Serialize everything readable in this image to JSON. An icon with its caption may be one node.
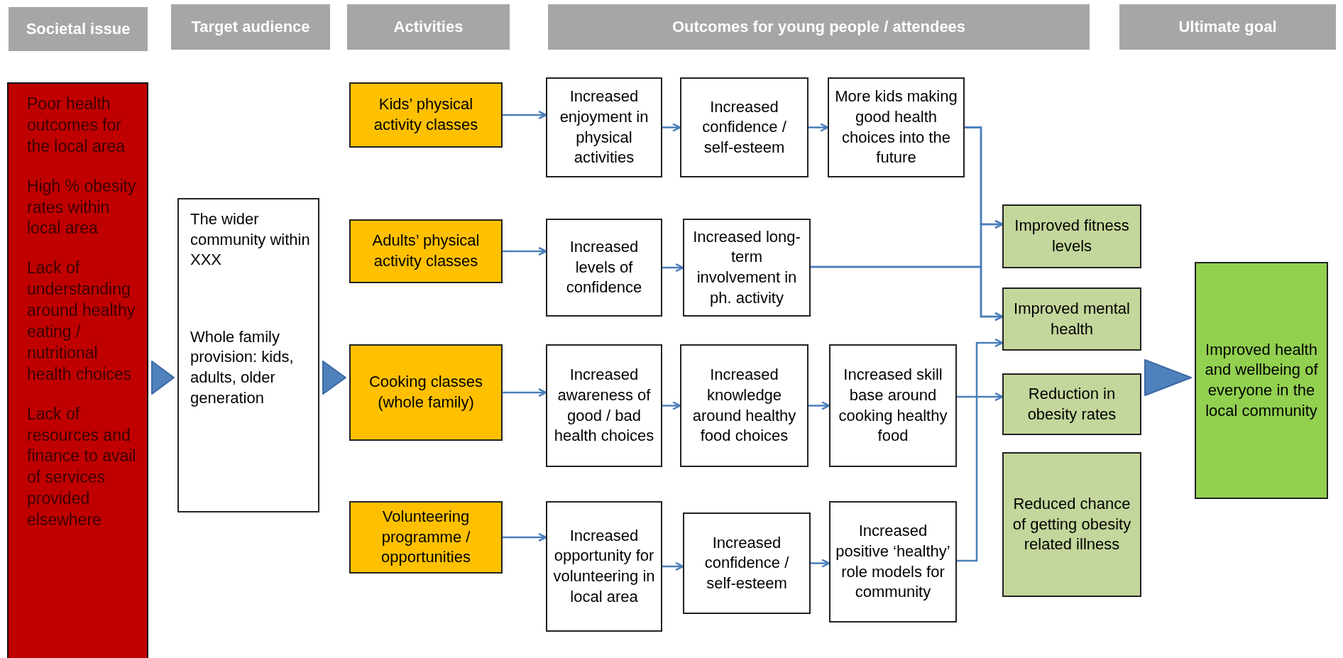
{
  "diagram": {
    "nodes": [
      {
        "text": [
          "Societal issue"
        ]
      },
      {
        "text": [
          "Target audience"
        ]
      },
      {
        "text": [
          "Activities"
        ]
      },
      {
        "text": [
          "Outcomes for young people / attendees"
        ]
      },
      {
        "text": [
          "Ultimate goal"
        ]
      },
      {
        "text": [
          "Poor health outcomes for the local area",
          "High % obesity rates within local area",
          "Lack of understanding around healthy eating / nutritional health choices",
          "Lack of resources and finance to avail of services provided elsewhere"
        ]
      },
      {
        "text": [
          "The wider community within XXX",
          "Whole family provision: kids, adults, older generation"
        ]
      },
      {
        "text": [
          "Kids’ physical activity classes"
        ]
      },
      {
        "text": [
          "Increased enjoyment in physical activities"
        ]
      },
      {
        "text": [
          "Increased confidence / self-esteem"
        ]
      },
      {
        "text": [
          "More kids making good health choices into the future"
        ]
      },
      {
        "text": [
          "Adults’ physical activity classes"
        ]
      },
      {
        "text": [
          "Increased levels of confidence"
        ]
      },
      {
        "text": [
          "Increased long-term involvement in ph. activity"
        ]
      },
      {
        "text": [
          "Cooking classes (whole family)"
        ]
      },
      {
        "text": [
          "Increased awareness of good / bad health choices"
        ]
      },
      {
        "text": [
          "Increased knowledge around healthy food choices"
        ]
      },
      {
        "text": [
          "Increased skill base around cooking healthy food"
        ]
      },
      {
        "text": [
          "Volunteering programme / opportunities"
        ]
      },
      {
        "text": [
          "Increased opportunity for volunteering in local area"
        ]
      },
      {
        "text": [
          "Increased confidence / self-esteem"
        ]
      },
      {
        "text": [
          "Increased positive ‘healthy’ role models for community"
        ]
      },
      {
        "text": [
          "Improved fitness levels"
        ]
      },
      {
        "text": [
          "Improved mental health"
        ]
      },
      {
        "text": [
          "Reduction in obesity rates"
        ]
      },
      {
        "text": [
          "Reduced chance of getting obesity related illness"
        ]
      },
      {
        "text": [
          "Improved health and wellbeing of everyone in the local community"
        ]
      }
    ],
    "edges": [
      {
        "from": 5,
        "to": 6,
        "arrow": "to"
      },
      {
        "from": 6,
        "to": 14,
        "arrow": "to"
      },
      {
        "from": 7,
        "to": 8,
        "arrow": "to"
      },
      {
        "from": 8,
        "to": 9,
        "arrow": "to"
      },
      {
        "from": 9,
        "to": 10,
        "arrow": "to"
      },
      {
        "from": 10,
        "to": 22,
        "arrow": "to"
      },
      {
        "from": 10,
        "to": 23,
        "arrow": "to"
      },
      {
        "from": 11,
        "to": 12,
        "arrow": "to"
      },
      {
        "from": 12,
        "to": 13,
        "arrow": "to"
      },
      {
        "from": 13,
        "to": 22,
        "arrow": "to"
      },
      {
        "from": 13,
        "to": 23,
        "arrow": "to"
      },
      {
        "from": 14,
        "to": 15,
        "arrow": "to"
      },
      {
        "from": 15,
        "to": 16,
        "arrow": "to"
      },
      {
        "from": 16,
        "to": 17,
        "arrow": "to"
      },
      {
        "from": 17,
        "to": 24,
        "arrow": "to"
      },
      {
        "from": 18,
        "to": 19,
        "arrow": "to"
      },
      {
        "from": 19,
        "to": 20,
        "arrow": "to"
      },
      {
        "from": 20,
        "to": 21,
        "arrow": "to"
      },
      {
        "from": 21,
        "to": 23,
        "arrow": "to"
      },
      {
        "from": 24,
        "to": 26,
        "arrow": "to"
      }
    ]
  }
}
